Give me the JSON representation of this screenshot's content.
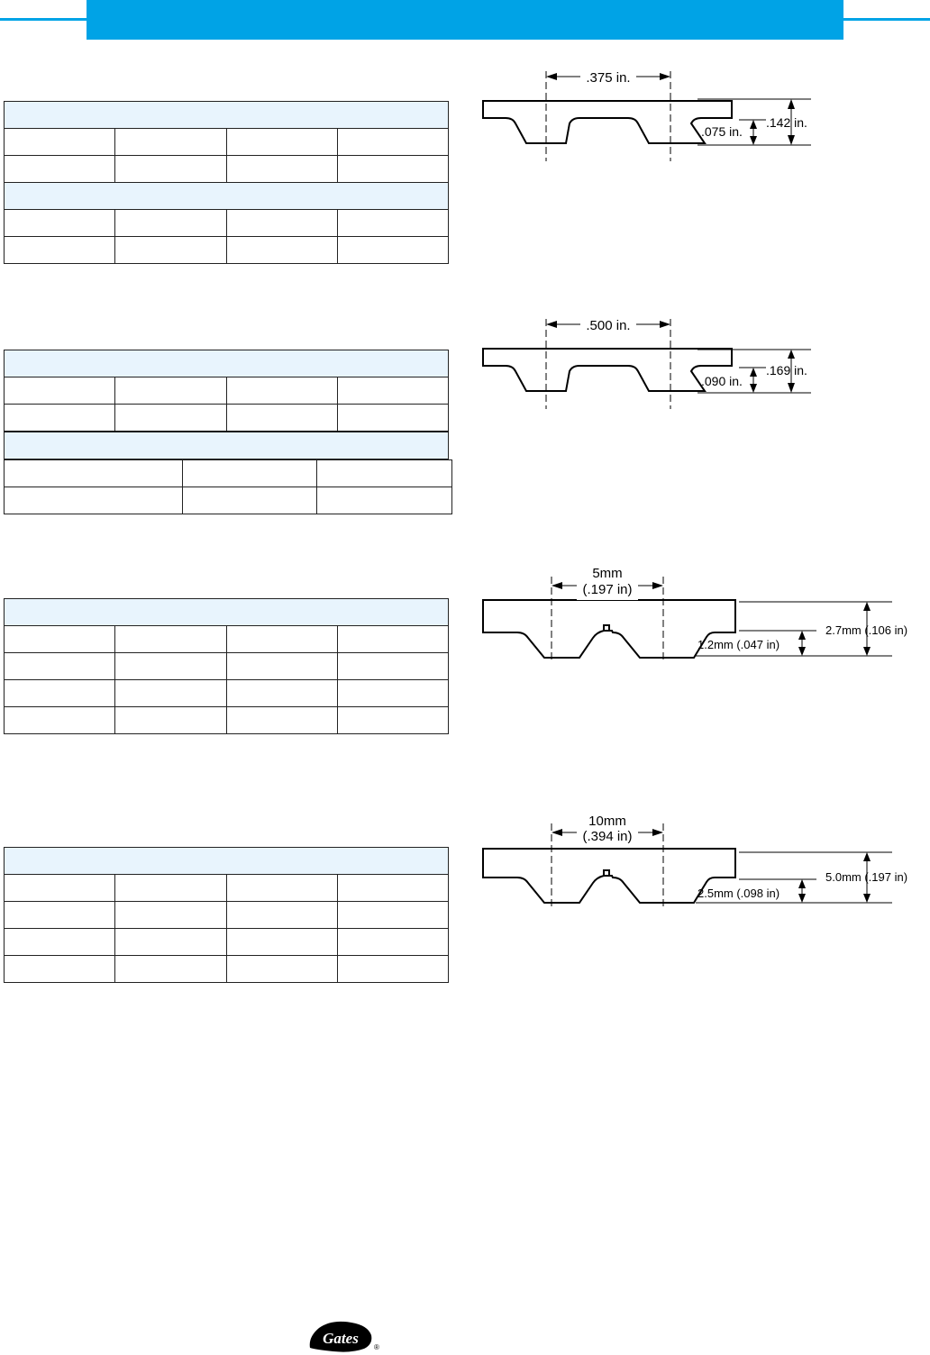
{
  "header": {
    "title": ""
  },
  "profiles": [
    {
      "pitch_label": ".375 in.",
      "tooth_label": ".075 in.",
      "total_label": ".142 in.",
      "pitch_lines": []
    },
    {
      "pitch_label": ".500 in.",
      "tooth_label": ".090 in.",
      "total_label": ".169 in.",
      "pitch_lines": []
    },
    {
      "pitch_label": "",
      "pitch_lines": [
        "5mm",
        "(.197 in)"
      ],
      "tooth_label": "1.2mm (.047 in)",
      "total_label": "2.7mm (.106 in)"
    },
    {
      "pitch_label": "",
      "pitch_lines": [
        "10mm",
        "(.394 in)"
      ],
      "tooth_label": "2.5mm (.098 in)",
      "total_label": "5.0mm (.197 in)"
    }
  ],
  "footer": {
    "brand": "Gates",
    "registered_mark": "®"
  }
}
